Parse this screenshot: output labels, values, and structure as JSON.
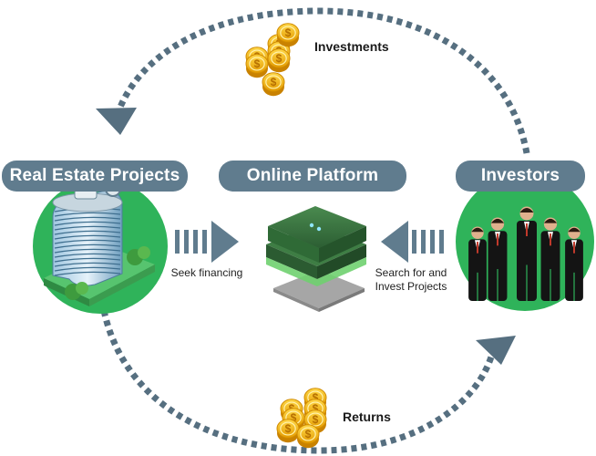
{
  "nodes": {
    "real_estate": {
      "label": "Real Estate Projects"
    },
    "platform": {
      "label": "Online Platform"
    },
    "investors": {
      "label": "Investors"
    }
  },
  "arrows": {
    "seek": {
      "label": "Seek financing"
    },
    "search": {
      "label": "Search for and\nInvest Projects"
    }
  },
  "flows": {
    "top": {
      "label": "Investments"
    },
    "bottom": {
      "label": "Returns"
    }
  },
  "colors": {
    "pill": "#607c8e",
    "dash": "#566f80",
    "green": "#2fb35a",
    "coin": "#f2b705"
  }
}
